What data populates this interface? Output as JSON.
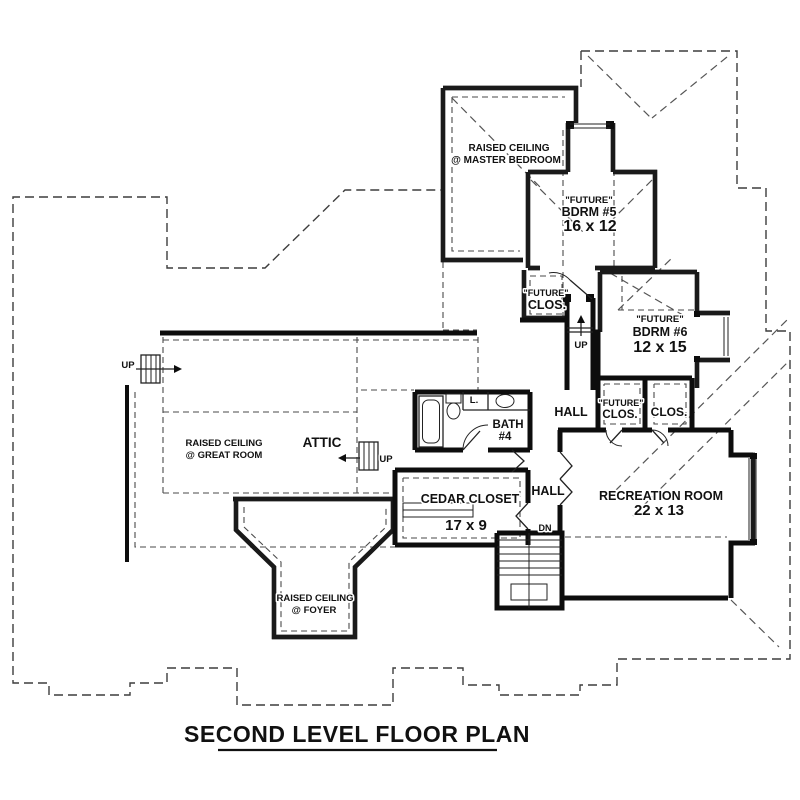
{
  "plan_title": "SECOND LEVEL FLOOR PLAN",
  "labels": {
    "master_ceiling": {
      "line1": "RAISED CEILING",
      "line2": "@ MASTER BEDROOM"
    },
    "bdrm5": {
      "tag": "\"FUTURE\"",
      "name": "BDRM #5",
      "dims": "16 x 12"
    },
    "closet1": {
      "tag": "\"FUTURE\"",
      "name": "CLOS."
    },
    "stair_up": "UP",
    "bdrm6": {
      "tag": "\"FUTURE\"",
      "name": "BDRM #6",
      "dims": "12 x 15"
    },
    "ladder_left": "UP",
    "great_room_ceiling": {
      "line1": "RAISED CEILING",
      "line2": "@ GREAT ROOM"
    },
    "attic": "ATTIC",
    "ladder_right": "UP",
    "linen": "L.",
    "bath": {
      "name": "BATH",
      "number": "#4"
    },
    "hall_upper": "HALL",
    "closet2": {
      "tag": "\"FUTURE\"",
      "name": "CLOS."
    },
    "closet3": "CLOS.",
    "recreation": {
      "name": "RECREATION ROOM",
      "dims": "22 x 13"
    },
    "cedar_closet": {
      "name": "CEDAR CLOSET",
      "dims": "17 x 9"
    },
    "hall_lower": "HALL",
    "stair_dn": "DN",
    "foyer_ceiling": {
      "line1": "RAISED CEILING",
      "line2": "@ FOYER"
    }
  },
  "colors": {
    "wall": "#0d0d0d",
    "dashed": "#4a4a4a",
    "background": "#ffffff",
    "text": "#111111"
  }
}
